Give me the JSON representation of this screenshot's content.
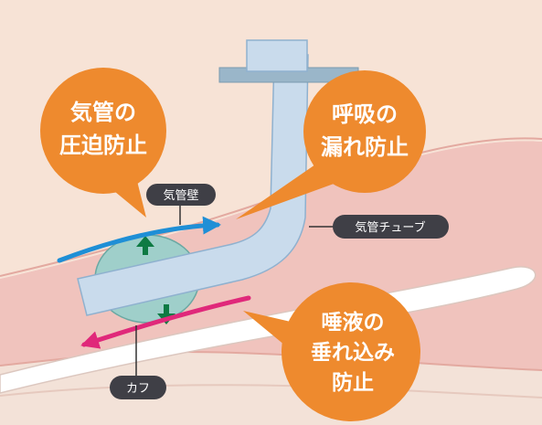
{
  "bubbles": {
    "compression": [
      "気管の",
      "圧迫防止"
    ],
    "leak": [
      "呼吸の",
      "漏れ防止"
    ],
    "saliva": [
      "唾液の",
      "垂れ込み",
      "防止"
    ]
  },
  "labels": {
    "tracheal_wall": "気管壁",
    "tube": "気管チューブ",
    "cuff": "カフ"
  },
  "colors": {
    "bubble": "#ee8a2e",
    "pill": "#3f3f46",
    "skin": "#f7e3d6",
    "trachea": "#f0c3bd",
    "tube": "#c9dbec",
    "cuff": "#9fcfca",
    "blue_arrow": "#1f8fd6",
    "pink_arrow": "#e0287a",
    "green_arrow": "#0e7a43"
  }
}
